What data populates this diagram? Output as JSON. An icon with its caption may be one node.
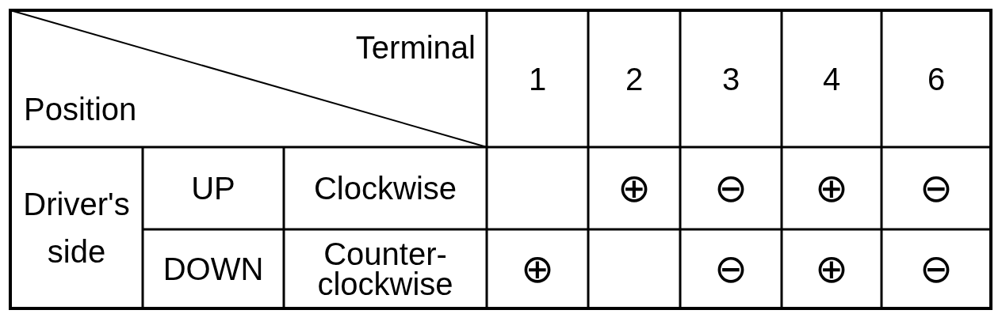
{
  "diagram": {
    "labels": [
      "Terminal",
      "Position",
      "1",
      "2",
      "3",
      "4",
      "6",
      "Driver's side",
      "UP",
      "Clockwise",
      "⊕",
      "⊖",
      "⊕",
      "⊖",
      "DOWN",
      "Counter-clockwise",
      "⊕",
      "⊖",
      "⊕",
      "⊖"
    ]
  }
}
